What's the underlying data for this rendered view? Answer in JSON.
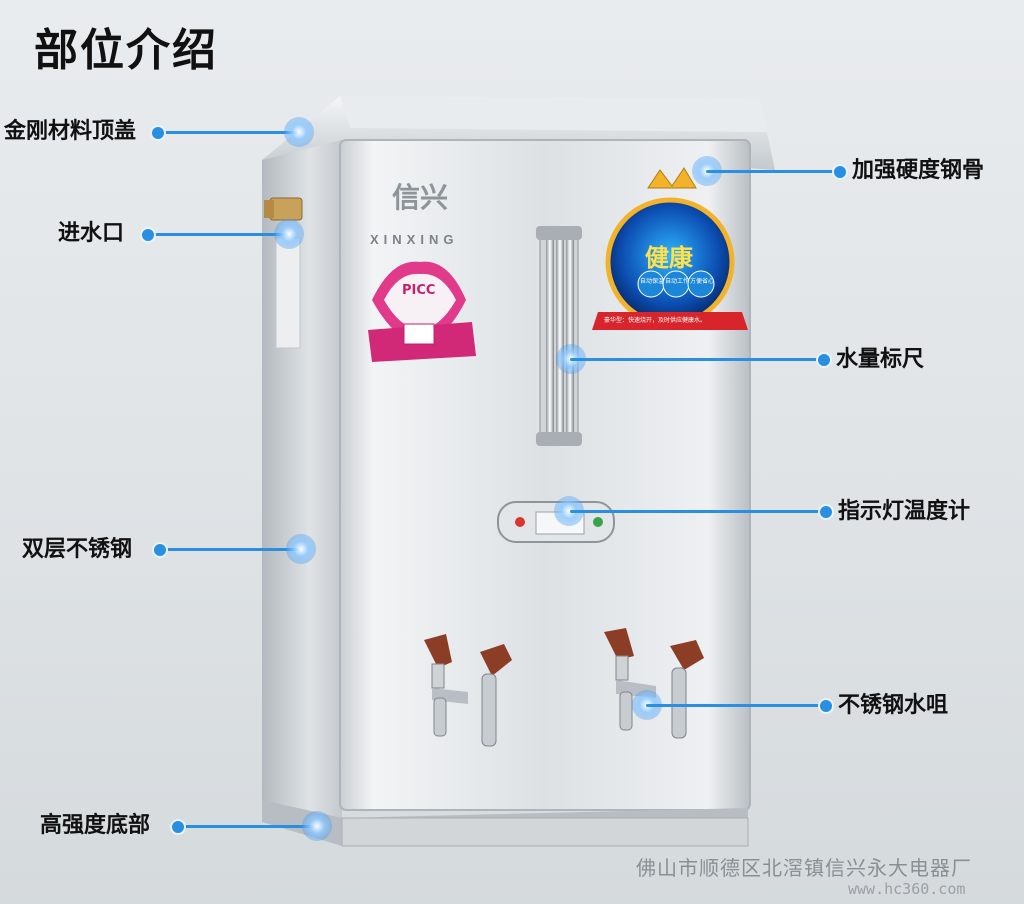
{
  "page": {
    "title": "部位介绍"
  },
  "callouts": {
    "top_cover": "金刚材料顶盖",
    "water_inlet": "进水口",
    "double_steel": "双层不锈钢",
    "bottom": "高强度底部",
    "frame": "加强硬度钢骨",
    "water_gauge": "水量标尺",
    "indicator": "指示灯温度计",
    "faucet": "不锈钢水咀"
  },
  "product": {
    "brand": "XINXING",
    "brand_cn": "信兴",
    "badge_left": "PICC",
    "badge_right": "健康",
    "badge_right_items": [
      "自动保温",
      "自动工作",
      "方便省心"
    ],
    "badge_right_ribbon": "豪华型：快速烧开，及时供应健康水。"
  },
  "footer": {
    "company": "佛山市顺德区北滘镇信兴永大电器厂",
    "url": "www.hc360.com"
  },
  "colors": {
    "accent": "#2a8fe0",
    "text": "#111111"
  }
}
